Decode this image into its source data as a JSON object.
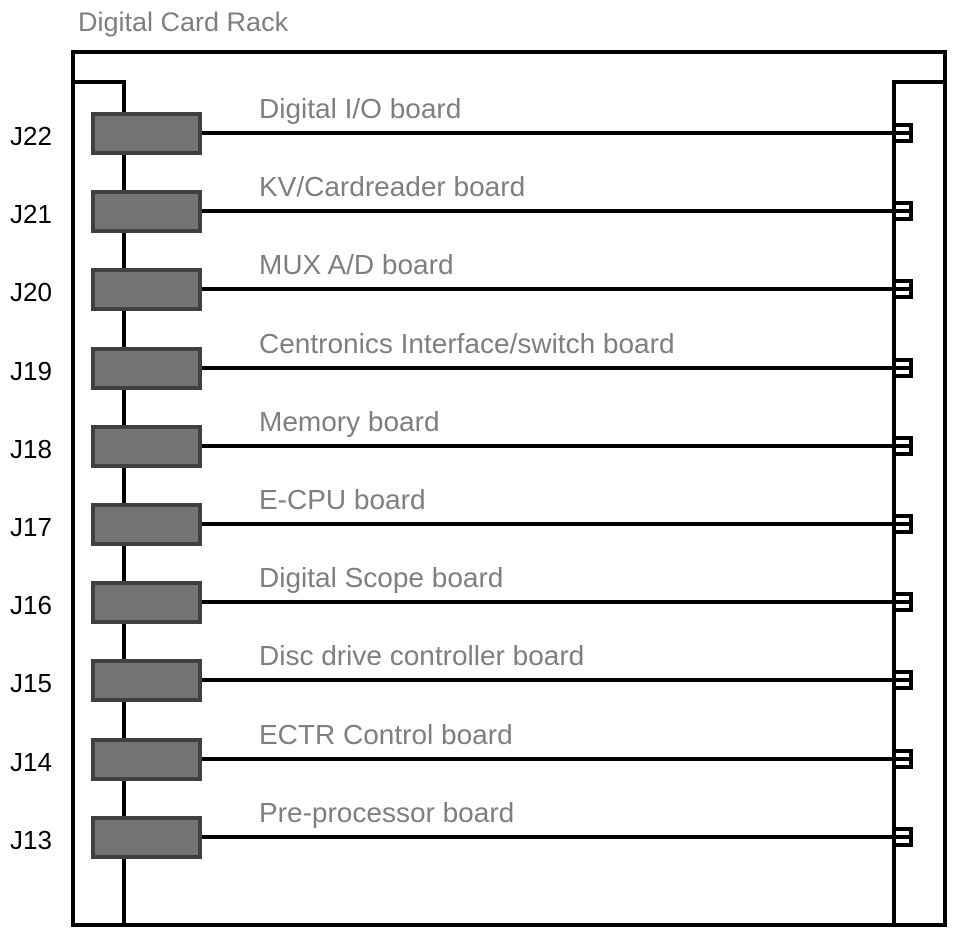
{
  "title": "Digital Card Rack",
  "slots": [
    {
      "connector": "J22",
      "board": "Digital I/O board"
    },
    {
      "connector": "J21",
      "board": "KV/Cardreader board"
    },
    {
      "connector": "J20",
      "board": "MUX A/D board"
    },
    {
      "connector": "J19",
      "board": "Centronics Interface/switch board"
    },
    {
      "connector": "J18",
      "board": "Memory board"
    },
    {
      "connector": "J17",
      "board": "E-CPU board"
    },
    {
      "connector": "J16",
      "board": "Digital Scope board"
    },
    {
      "connector": "J15",
      "board": "Disc drive controller board"
    },
    {
      "connector": "J14",
      "board": "ECTR Control board"
    },
    {
      "connector": "J13",
      "board": "Pre-processor board"
    }
  ],
  "colors": {
    "outline": "#000000",
    "connector_fill": "#737373",
    "connector_border": "#404040",
    "label_gray": "#7f7f7f"
  }
}
